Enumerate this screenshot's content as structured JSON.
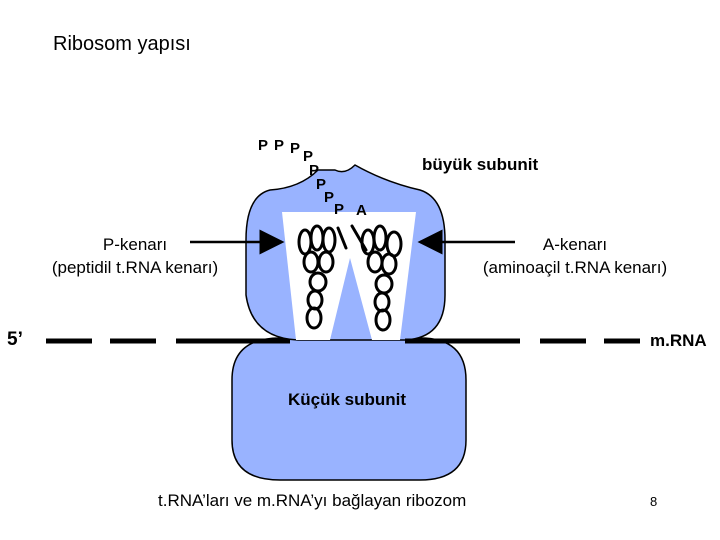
{
  "title": "Ribosom yapısı",
  "labels": {
    "large_subunit": "büyük subunit",
    "small_subunit": "Küçük subunit",
    "p_site_line1": "P-kenarı",
    "p_site_line2": "(peptidil t.RNA kenarı)",
    "a_site_line1": "A-kenarı",
    "a_site_line2": "(aminoaçil t.RNA kenarı)",
    "five_prime": "5’",
    "mrna": "m.RNA"
  },
  "peptide_chain": [
    "P",
    "P",
    "P",
    "P",
    "P",
    "P",
    "P",
    "P"
  ],
  "incoming_amino_acid": "A",
  "caption": "t.RNA’ları ve m.RNA’yı bağlayan ribozom",
  "page_number": "8",
  "colors": {
    "subunit_fill": "#99b3ff",
    "subunit_stroke": "#000000",
    "channel": "#ffffff"
  }
}
